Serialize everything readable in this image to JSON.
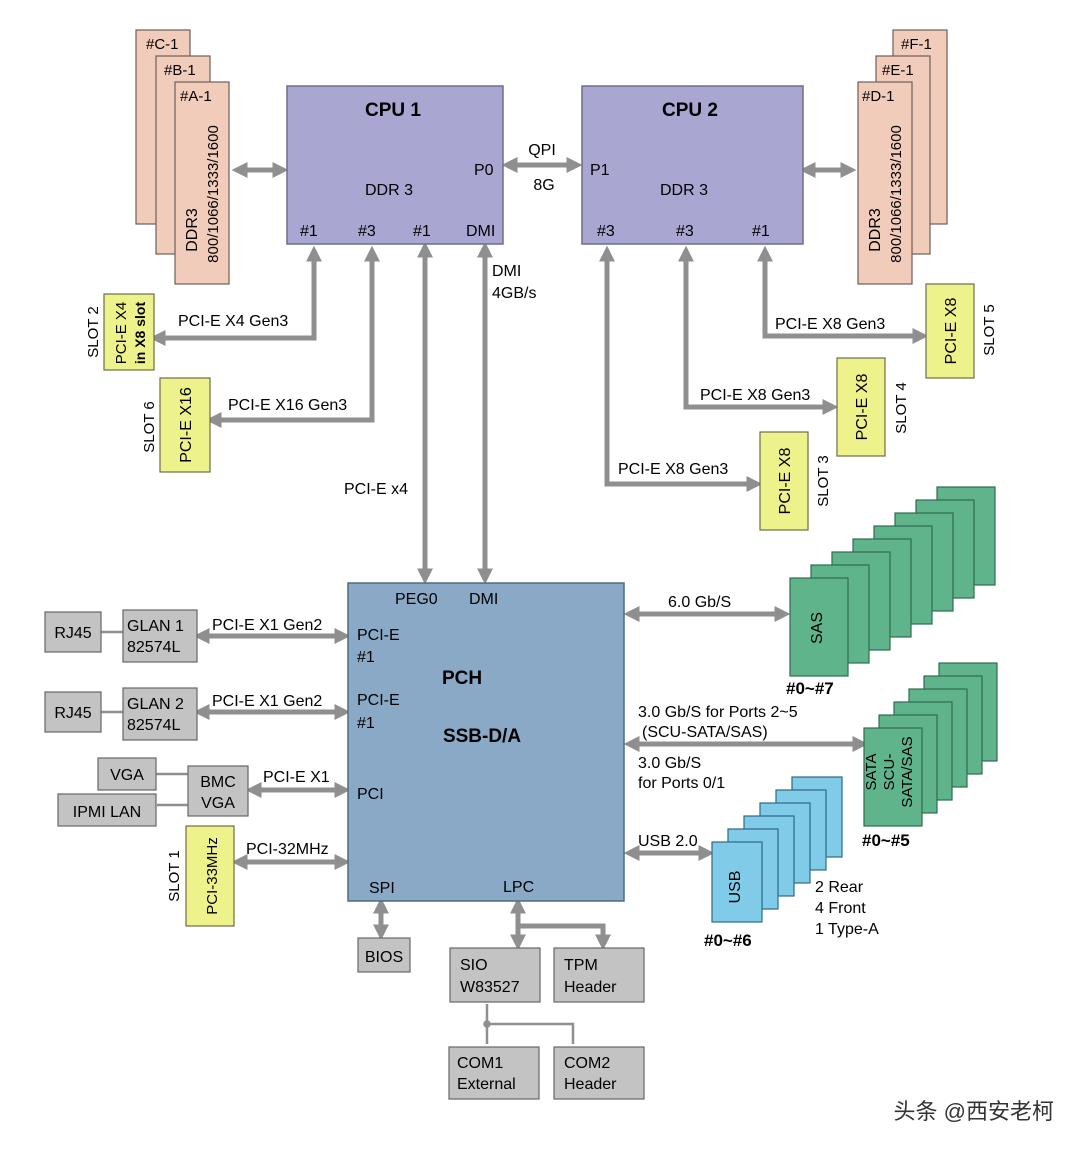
{
  "cpu1": {
    "title": "CPU 1",
    "ddr": "DDR 3",
    "p0": "P0",
    "port1": "#1",
    "port3": "#3",
    "port1b": "#1",
    "dmi": "DMI"
  },
  "cpu2": {
    "title": "CPU 2",
    "ddr": "DDR 3",
    "p1": "P1",
    "port3a": "#3",
    "port3b": "#3",
    "port1": "#1"
  },
  "qpi": {
    "label": "QPI",
    "speed": "8G"
  },
  "dimm_left": {
    "a": "#A-1",
    "b": "#B-1",
    "c": "#C-1",
    "type": "DDR3",
    "speeds": "800/1066/1333/1600"
  },
  "dimm_right": {
    "d": "#D-1",
    "e": "#E-1",
    "f": "#F-1",
    "type": "DDR3",
    "speeds": "800/1066/1333/1600"
  },
  "slots": {
    "slot2": {
      "name": "SLOT 2",
      "line1": "PCI-E X4",
      "line2": "in X8 slot",
      "link": "PCI-E X4 Gen3"
    },
    "slot6": {
      "name": "SLOT 6",
      "card": "PCI-E X16",
      "link": "PCI-E X16 Gen3"
    },
    "slot5": {
      "name": "SLOT 5",
      "card": "PCI-E X8",
      "link": "PCI-E X8 Gen3"
    },
    "slot4": {
      "name": "SLOT 4",
      "card": "PCI-E X8",
      "link": "PCI-E X8 Gen3"
    },
    "slot3": {
      "name": "SLOT 3",
      "card": "PCI-E X8",
      "link": "PCI-E X8 Gen3"
    },
    "slot1": {
      "name": "SLOT 1",
      "card": "PCI-33MHz",
      "link": "PCI-32MHz"
    }
  },
  "dmi_link": {
    "line1": "DMI",
    "line2": "4GB/s"
  },
  "pcie_x4": "PCI-E x4",
  "pch": {
    "title": "PCH",
    "subtitle": "SSB-D/A",
    "peg0": "PEG0",
    "dmi": "DMI",
    "pcie1_a": "PCI-E",
    "pcie1_b": "#1",
    "pcie2_a": "PCI-E",
    "pcie2_b": "#1",
    "pci": "PCI",
    "spi": "SPI",
    "lpc": "LPC"
  },
  "lan": {
    "rj45_1": "RJ45",
    "rj45_2": "RJ45",
    "glan1_a": "GLAN 1",
    "glan1_b": "82574L",
    "glan2_a": "GLAN 2",
    "glan2_b": "82574L",
    "link1": "PCI-E X1 Gen2",
    "link2": "PCI-E X1 Gen2"
  },
  "bmc": {
    "vga": "VGA",
    "ipmi": "IPMI LAN",
    "bmc_a": "BMC",
    "bmc_b": "VGA",
    "link": "PCI-E X1"
  },
  "sas": {
    "label": "SAS",
    "range": "#0~#7",
    "speed": "6.0 Gb/S"
  },
  "sata": {
    "l1": "SATA",
    "l2": "SCU-",
    "l3": "SATA/SAS",
    "range": "#0~#5",
    "speed1": "3.0 Gb/S for Ports 2~5",
    "speed2": "(SCU-SATA/SAS)",
    "speed3": "3.0 Gb/S",
    "speed4": "for Ports 0/1"
  },
  "usb": {
    "label": "USB",
    "range": "#0~#6",
    "speed": "USB 2.0",
    "rear": "2 Rear",
    "front": "4 Front",
    "typea": "1 Type-A"
  },
  "bios": "BIOS",
  "sio": {
    "a": "SIO",
    "b": "W83527"
  },
  "tpm": {
    "a": "TPM",
    "b": "Header"
  },
  "com1": {
    "a": "COM1",
    "b": "External"
  },
  "com2": {
    "a": "COM2",
    "b": "Header"
  },
  "watermark": "头条 @西安老柯",
  "colors": {
    "cpu": "#a9a6d1",
    "pch": "#8aa9c6",
    "dimm": "#f2ccbb",
    "slot": "#eef28a",
    "gray": "#c3c3c3",
    "sas": "#5fb48c",
    "usb": "#7fcbe8",
    "arrow": "#8f8f8f"
  }
}
